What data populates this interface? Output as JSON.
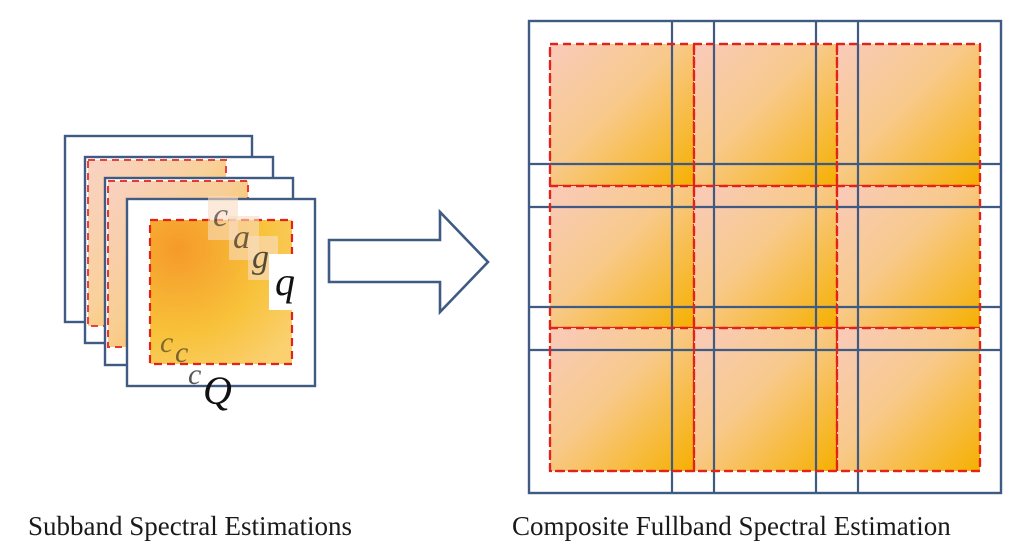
{
  "captions": {
    "left": "Subband Spectral Estimations",
    "right": "Composite Fullband Spectral Estimation"
  },
  "labels": {
    "subband_index": "q",
    "subband_count": "Q",
    "ghost_back": "c",
    "ghost_mid": "a",
    "ghost_front": "g"
  },
  "colors": {
    "frame_border": "#3f5b84",
    "dashed_border": "#e2231a",
    "fill_light": "#f8c6b4",
    "fill_strong": "#f6b000",
    "arrow_border": "#3f5b84"
  },
  "composite": {
    "rows": 3,
    "cols": 3
  },
  "subband_stack": {
    "layers": 4
  }
}
